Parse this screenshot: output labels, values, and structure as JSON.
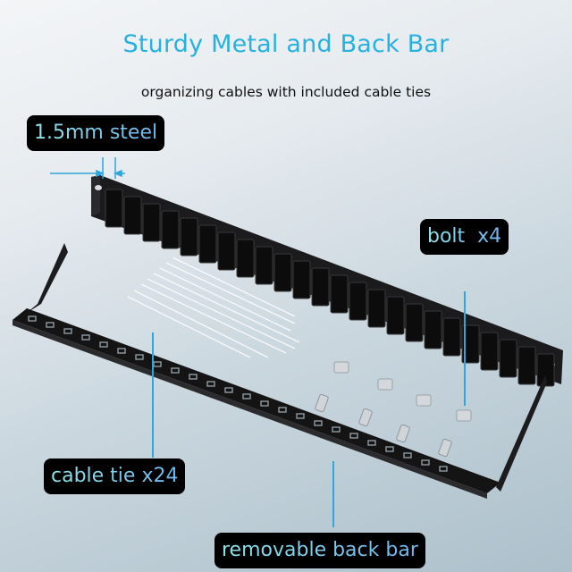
{
  "header": {
    "title": "Sturdy Metal and Back Bar",
    "subtitle": "organizing cables with included cable ties"
  },
  "callouts": {
    "steel": "1.5mm steel",
    "bolt": "bolt  x4",
    "cable_tie": "cable tie x24",
    "back_bar": "removable back bar"
  },
  "product": {
    "name": "24-port patch panel",
    "ports": 24,
    "bolts": 4,
    "cage_nuts": 4,
    "cable_ties": 24
  },
  "colors": {
    "title": "#27b1de",
    "callout_bg": "#000000",
    "indicator": "#2fa6dc"
  }
}
